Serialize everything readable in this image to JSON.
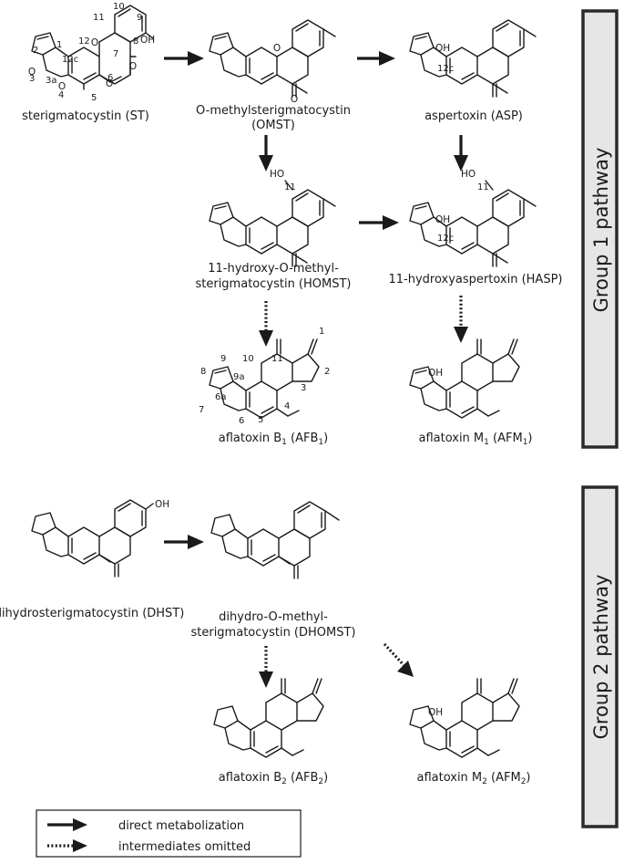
{
  "groups": {
    "group1": "Group 1 pathway",
    "group2": "Group 2 pathway"
  },
  "compounds": {
    "st": {
      "label": "sterigmatocystin (ST)"
    },
    "omst": {
      "line1": "O-methylsterigmatocystin",
      "line2": "(OMST)"
    },
    "asp": {
      "label": "aspertoxin (ASP)"
    },
    "homst": {
      "line1": "11-hydroxy-O-methyl-",
      "line2": "sterigmatocystin (HOMST)"
    },
    "hasp": {
      "label": "11-hydroxyaspertoxin (HASP)"
    },
    "afb1": {
      "name": "aflatoxin B",
      "sub": "1",
      "abbr_open": " (AFB",
      "abbr_sub": "1",
      "abbr_close": ")"
    },
    "afm1": {
      "name": "aflatoxin M",
      "sub": "1",
      "abbr_open": " (AFM",
      "abbr_sub": "1",
      "abbr_close": ")"
    },
    "dhst": {
      "label": "dihydrosterigmatocystin (DHST)"
    },
    "dhomst": {
      "line1": "dihydro-O-methyl-",
      "line2": "sterigmatocystin (DHOMST)"
    },
    "afb2": {
      "name": "aflatoxin B",
      "sub": "2",
      "abbr_open": " (AFB",
      "abbr_sub": "2",
      "abbr_close": ")"
    },
    "afm2": {
      "name": "aflatoxin M",
      "sub": "2",
      "abbr_open": " (AFM",
      "abbr_sub": "2",
      "abbr_close": ")"
    }
  },
  "atoms": {
    "oh": "OH",
    "ho": "HO",
    "o": "O"
  },
  "numbering_st": [
    "1",
    "2",
    "3",
    "3a",
    "4",
    "5",
    "6",
    "7",
    "8",
    "9",
    "10",
    "11",
    "12",
    "12c"
  ],
  "numbering_misc": [
    "11",
    "12c"
  ],
  "numbering_afb1": [
    "1",
    "2",
    "3",
    "4",
    "5",
    "6",
    "6a",
    "7",
    "8",
    "9",
    "9a",
    "10",
    "11"
  ],
  "legend": {
    "direct": "direct metabolization",
    "omitted": "intermediates omitted"
  }
}
